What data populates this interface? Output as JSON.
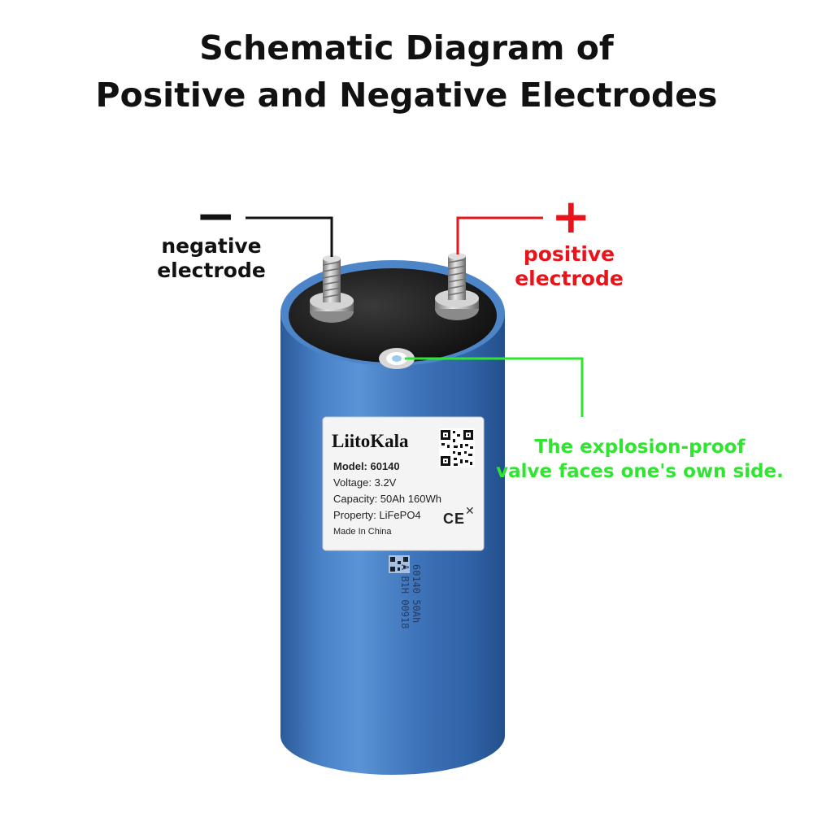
{
  "title": {
    "line1": "Schematic Diagram of",
    "line2": "Positive and Negative Electrodes"
  },
  "negative": {
    "symbol": "−",
    "label_line1": "negative",
    "label_line2": "electrode",
    "color": "#111111"
  },
  "positive": {
    "symbol": "+",
    "label_line1": "positive",
    "label_line2": "electrode",
    "color": "#e8141b"
  },
  "valve": {
    "label_line1": "The explosion-proof",
    "label_line2": "valve faces one's own side.",
    "color": "#2fe52f"
  },
  "battery_label": {
    "brand": "LiitoKala",
    "model": "Model:  60140",
    "voltage": "Voltage:  3.2V",
    "capacity": "Capacity:  50Ah 160Wh",
    "property": "Property:  LiFePO4",
    "origin": "Made In China",
    "ce_mark": "CE"
  },
  "battery_print": {
    "line1": "60140    50Ah",
    "line2": "A  B1H    00918"
  },
  "colors": {
    "battery_blue": "#3f74ba",
    "battery_top": "#1c1c1c"
  }
}
